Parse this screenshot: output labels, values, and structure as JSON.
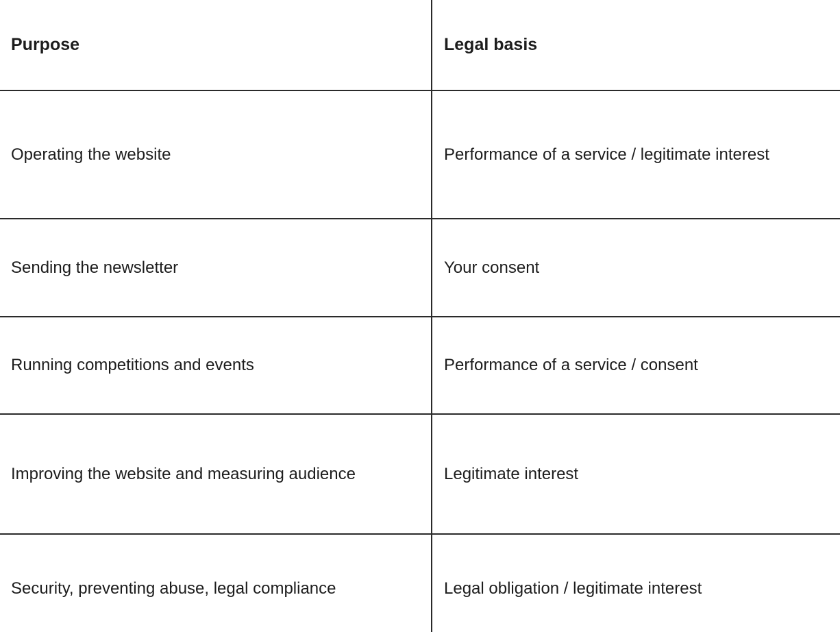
{
  "table": {
    "headers": {
      "purpose": "Purpose",
      "legal_basis": "Legal basis"
    },
    "rows": [
      {
        "purpose": "Operating the website",
        "legal_basis": "Performance of a service / legitimate interest"
      },
      {
        "purpose": "Sending the newsletter",
        "legal_basis": "Your consent"
      },
      {
        "purpose": "Running competitions and events",
        "legal_basis": "Performance of a service / consent"
      },
      {
        "purpose": "Improving the website and measuring audience",
        "legal_basis": "Legitimate interest"
      },
      {
        "purpose": "Security, preventing abuse, legal compliance",
        "legal_basis": "Legal obligation / legitimate interest"
      }
    ]
  },
  "colors": {
    "text": "#1d1d1d",
    "rule": "#2a2a2a",
    "background": "#ffffff"
  }
}
